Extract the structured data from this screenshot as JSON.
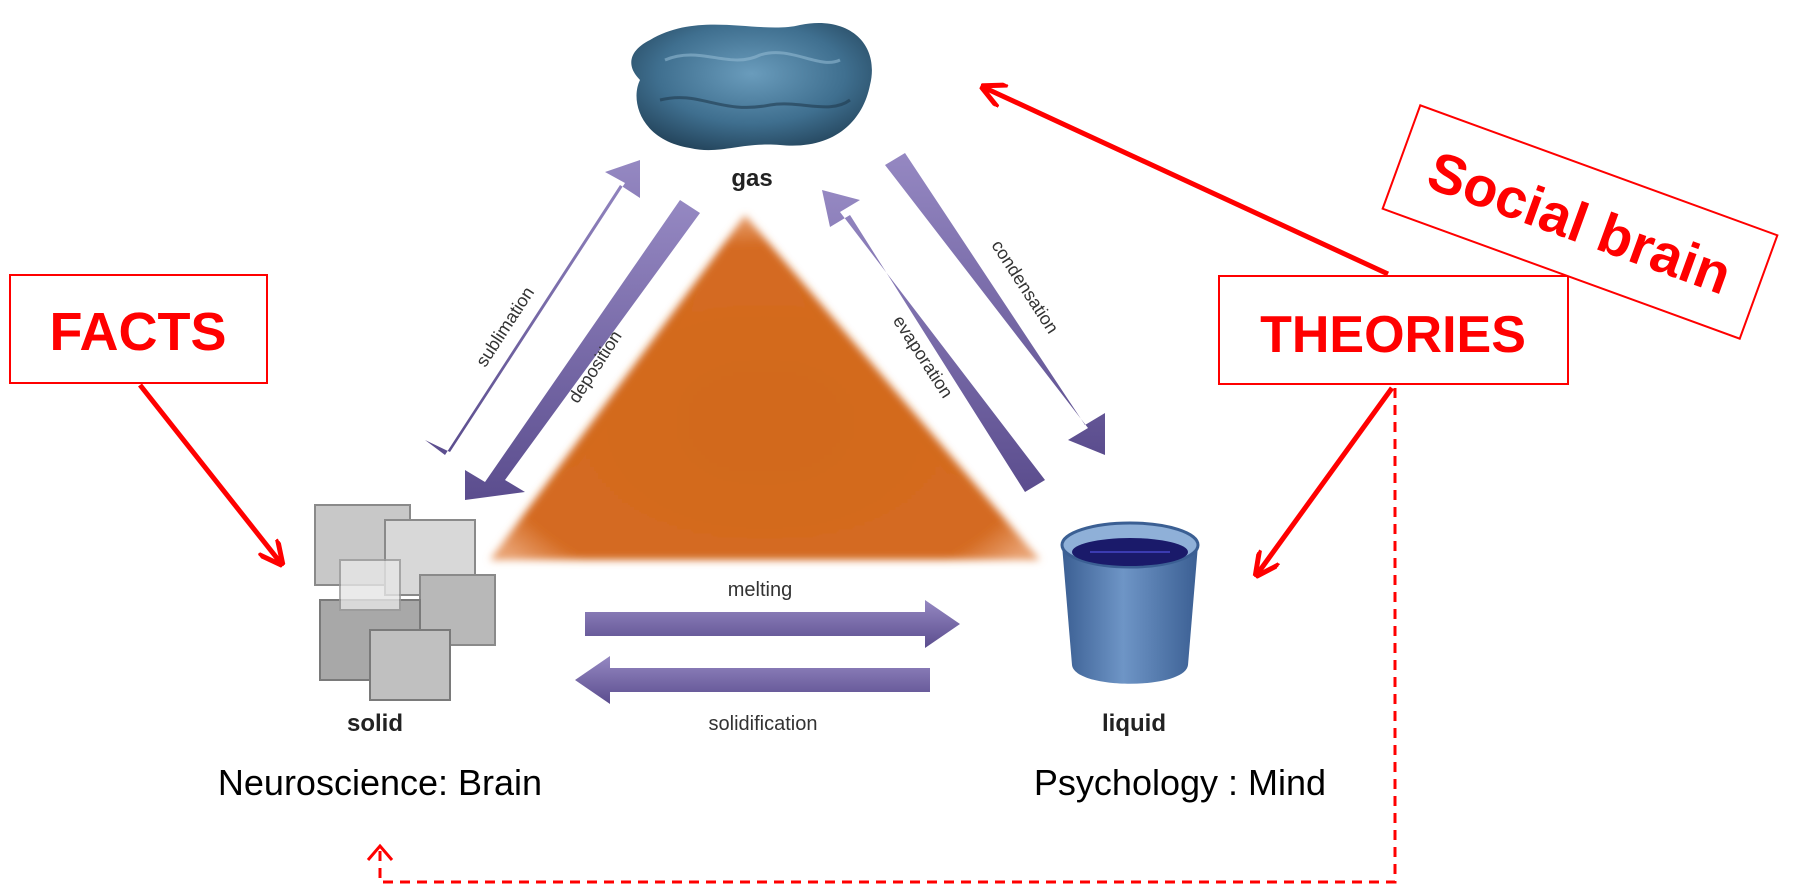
{
  "diagram": {
    "states": {
      "gas": "gas",
      "solid": "solid",
      "liquid": "liquid"
    },
    "processes": {
      "sublimation": "sublimation",
      "deposition": "deposition",
      "condensation": "condensation",
      "evaporation": "evaporation",
      "melting": "melting",
      "solidification": "solidification"
    },
    "annotations": {
      "facts": "FACTS",
      "theories": "THEORIES",
      "social_brain": "Social brain"
    },
    "domains": {
      "solid_domain": "Neuroscience: Brain",
      "liquid_domain": "Psychology : Mind"
    },
    "colors": {
      "annotation_red": "#ff0000",
      "triangle_orange": "#d2691e",
      "process_arrow_purple": "#7a6aa8",
      "cloud_blue": "#3f6f8f",
      "liquid_blue": "#4f74a8",
      "ice_gray": "#b8b8b8"
    },
    "icons": [
      "cloud-icon",
      "ice-cubes-icon",
      "beaker-icon"
    ]
  }
}
